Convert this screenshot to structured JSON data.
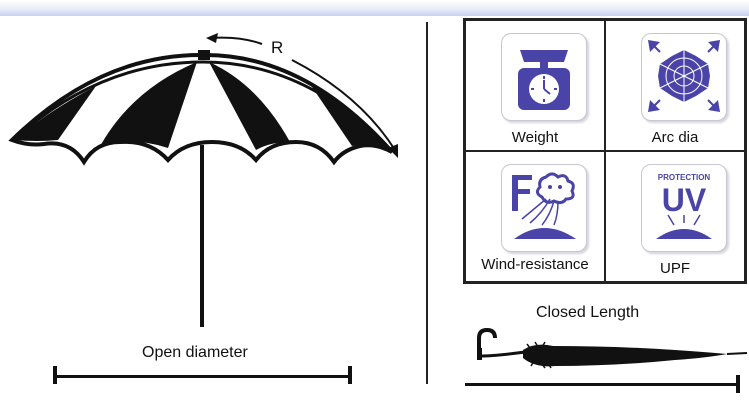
{
  "left_panel": {
    "radius_label": "R",
    "open_diameter_label": "Open diameter"
  },
  "features": [
    {
      "label": "Weight",
      "icon": "scale-icon"
    },
    {
      "label": "Arc dia",
      "icon": "arc-diameter-icon"
    },
    {
      "label": "Wind-resistance",
      "icon": "wind-icon"
    },
    {
      "label": "UPF",
      "icon": "uv-protection-icon",
      "icon_text": [
        "PROTECTION",
        "UV"
      ]
    }
  ],
  "closed_length_label": "Closed Length",
  "colors": {
    "icon_accent": "#4a44a8",
    "line": "#111111"
  }
}
